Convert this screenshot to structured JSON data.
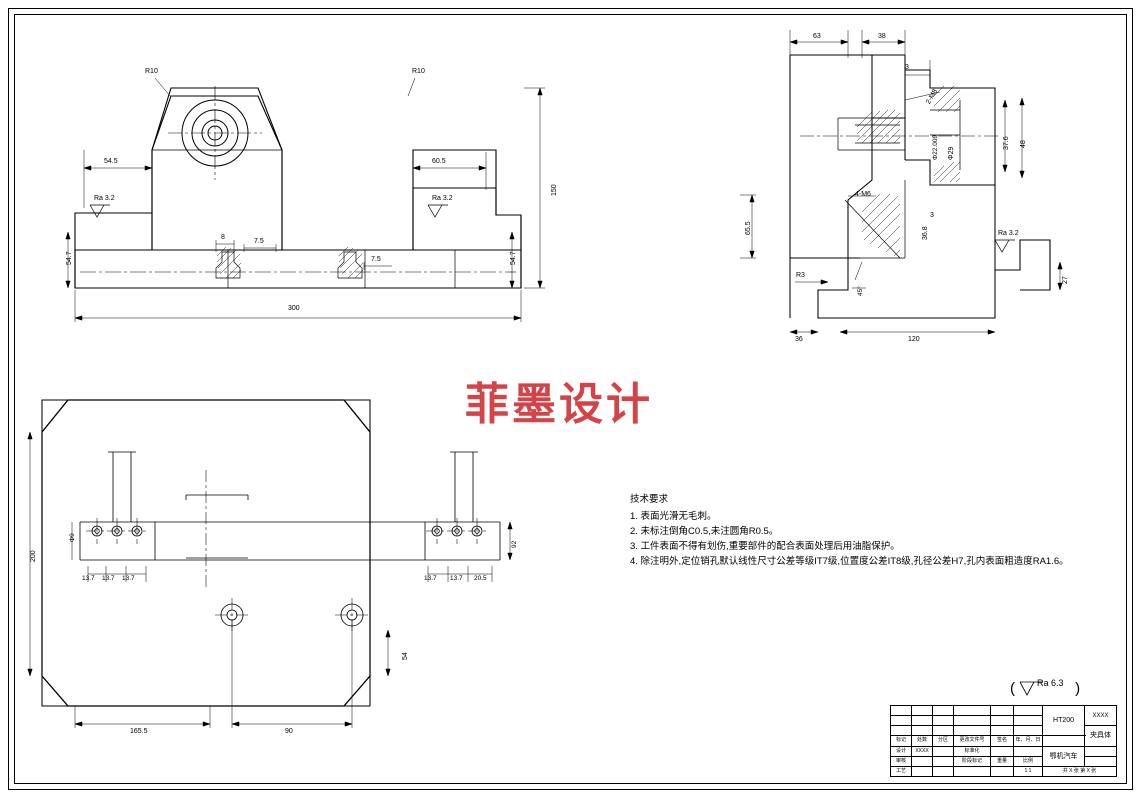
{
  "sheet": {
    "watermark": "菲墨设计",
    "surface_note": "Ra 6.3"
  },
  "views": {
    "front": {
      "dims": [
        "R10",
        "R10",
        "54.5",
        "60.5",
        "150",
        "54.7",
        "54.7",
        "8",
        "7.5",
        "7.5",
        "300"
      ],
      "surface_marks": [
        "Ra 3.2",
        "Ra 3.2"
      ]
    },
    "side": {
      "dims": [
        "63",
        "38",
        "3",
        "3",
        "2-M8",
        "Φ22.009",
        "Φ29",
        "37.6",
        "48",
        "65.5",
        "4-M6",
        "36.8",
        "R3",
        "45°",
        "36",
        "120",
        "27"
      ],
      "surface_marks": [
        "Ra 3.2"
      ]
    },
    "top": {
      "dims": [
        "200",
        "Φ9",
        "13.7",
        "13.7",
        "13.7",
        "13.7",
        "13.7",
        "20.5",
        "92",
        "54",
        "165.5",
        "90"
      ]
    }
  },
  "notes": {
    "title": "技术要求",
    "items": [
      "1. 表面光滑无毛刺。",
      "2. 未标注倒角C0.5,未注圆角R0.5。",
      "3. 工件表面不得有划伤,重要部件的配合表面处理后用油脂保护。",
      "4. 除注明外,定位销孔默认线性尺寸公差等级IT7级,位置度公差IT8级,孔径公差H7,孔内表面粗造度RA1.6。"
    ]
  },
  "title_block": {
    "material": "HT200",
    "code": "XXXX",
    "part_name": "夹具体",
    "company": "鄂机汽车",
    "scale": "1:1",
    "rows": [
      [
        "标记",
        "处数",
        "分区",
        "更改文件号",
        "签名",
        "年、月、日"
      ],
      [
        "设计",
        "XXXX",
        "",
        "标准化",
        "",
        ""
      ],
      [
        "审核",
        "",
        "",
        "阶段标记",
        "重量",
        "比例"
      ],
      [
        "工艺",
        "",
        "",
        "",
        "",
        "1:1"
      ],
      [
        "",
        "共 X 张",
        "第 X 张",
        "",
        "",
        ""
      ]
    ],
    "labels": {
      "design": "设计",
      "review": "审核",
      "process": "工艺",
      "standardize": "标准化",
      "stage": "阶段标记",
      "weight": "重量",
      "scale_label": "比例",
      "sheets": "共 X 张    第 X 张"
    }
  }
}
